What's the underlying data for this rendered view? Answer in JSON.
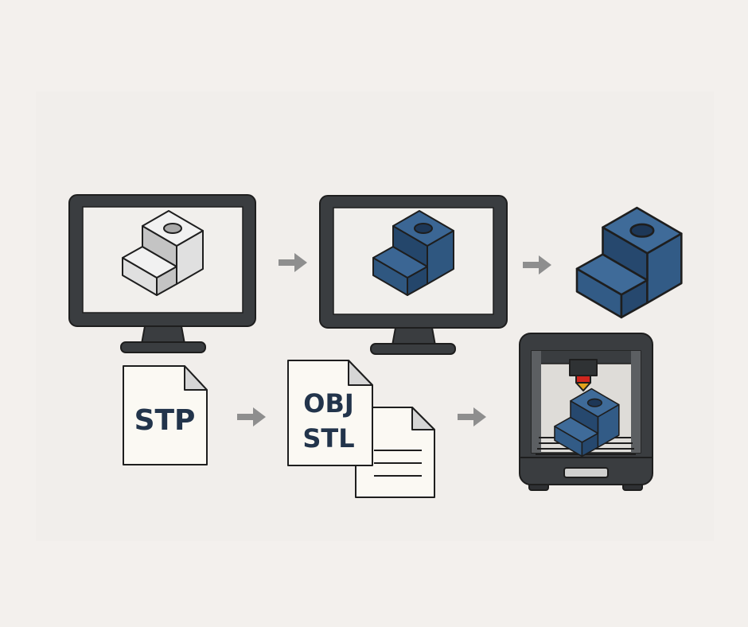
{
  "diagram": {
    "files": {
      "source_label": "STP",
      "export_labels": [
        "OBJ",
        "STL"
      ]
    },
    "stages": [
      "cad-model-gray",
      "mesh-model-blue",
      "physical-part",
      "3d-printer"
    ],
    "colors": {
      "background": "#f3f0ed",
      "monitor": "#3a3d40",
      "part_blue": "#3b6694",
      "arrow": "#8e8e8e",
      "nozzle_red": "#d0261e",
      "nozzle_tip": "#e2a21b",
      "label_text": "#22344b"
    }
  }
}
